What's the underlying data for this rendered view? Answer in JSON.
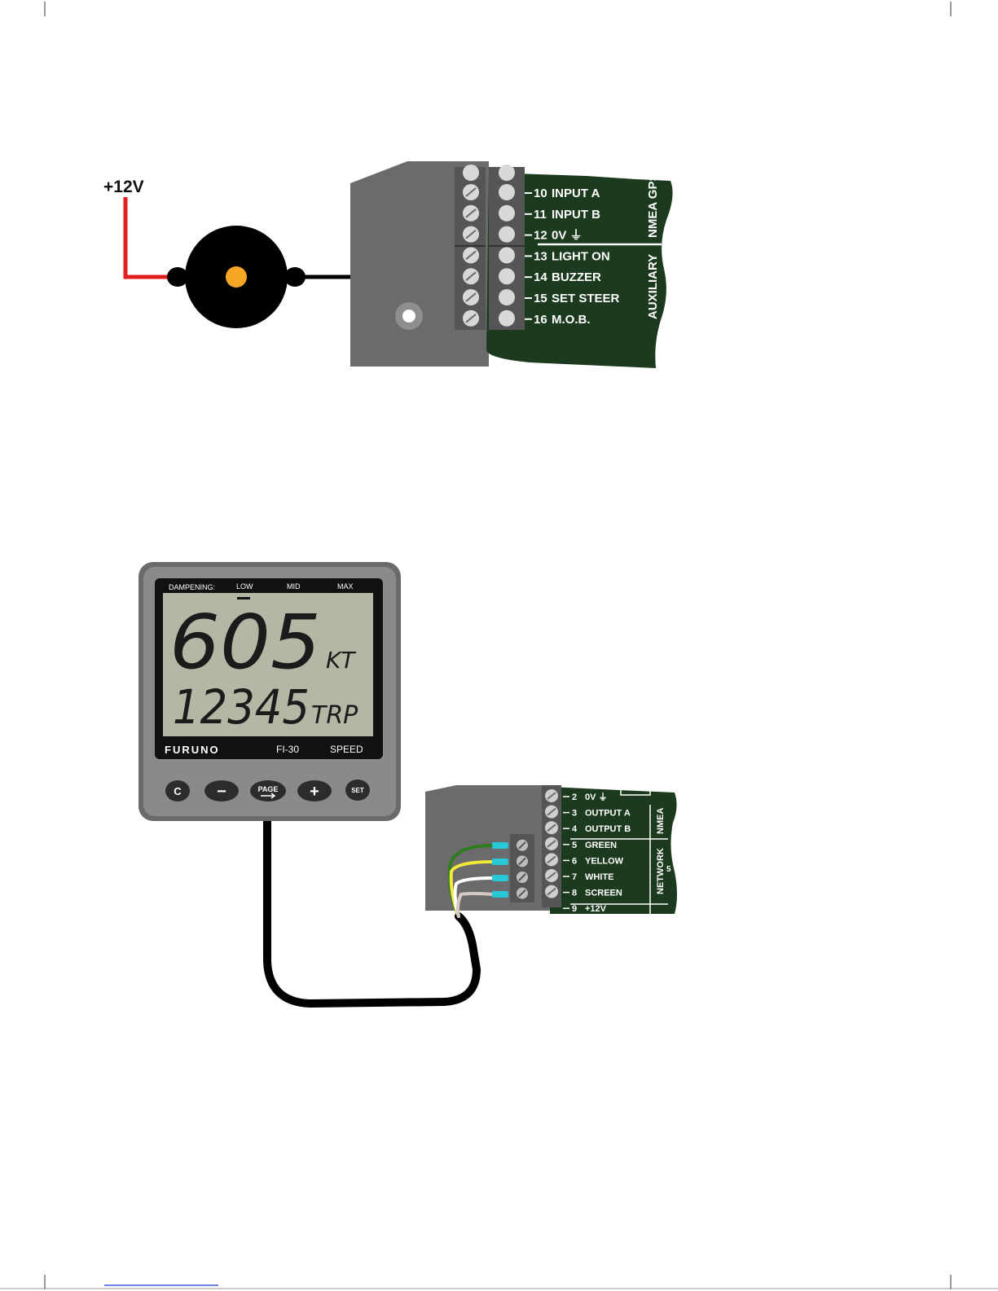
{
  "colors": {
    "wire_red": "#e31e1e",
    "buzzer_dot": "#f5a623",
    "panel_green": "#1c3a1d",
    "panel_grey": "#6b6b6b",
    "lcd_bg": "#b2b8a4",
    "bezel": "#7d7d7d",
    "wire_green": "#2e7d1e",
    "wire_yellow": "#f1ea3a",
    "wire_white": "#ffffff",
    "wire_screen": "#d7c7c7",
    "pin_cyan": "#28c8d8"
  },
  "top_diagram": {
    "supply_label": "+12V",
    "terminals": [
      {
        "num": "10",
        "name": "INPUT A"
      },
      {
        "num": "11",
        "name": "INPUT B"
      },
      {
        "num": "12",
        "name": "0V ⏚"
      },
      {
        "num": "13",
        "name": "LIGHT ON"
      },
      {
        "num": "14",
        "name": "BUZZER"
      },
      {
        "num": "15",
        "name": "SET STEER"
      },
      {
        "num": "16",
        "name": "M.O.B."
      }
    ],
    "group_labels": {
      "nmea": "NMEA GPS",
      "auxiliary": "AUXILIARY"
    }
  },
  "instrument": {
    "dampening_label": "DAMPENING:",
    "dampening_levels": [
      "LOW",
      "MID",
      "MAX"
    ],
    "main_value": "605",
    "main_unit": "KT",
    "sub_value": "12345",
    "sub_unit": "TRP",
    "brand": "FURUNO",
    "model": "FI-30",
    "function": "SPEED",
    "buttons": [
      "C",
      "−",
      "PAGE",
      "+",
      "SET"
    ]
  },
  "bottom_diagram": {
    "terminals": [
      {
        "num": "2",
        "name": "0V ⏚"
      },
      {
        "num": "3",
        "name": "OUTPUT A"
      },
      {
        "num": "4",
        "name": "OUTPUT B"
      },
      {
        "num": "5",
        "name": "GREEN"
      },
      {
        "num": "6",
        "name": "YELLOW"
      },
      {
        "num": "7",
        "name": "WHITE"
      },
      {
        "num": "8",
        "name": "SCREEN"
      },
      {
        "num": "9",
        "name": "+12V"
      }
    ],
    "group_labels": {
      "nmea": "NMEA",
      "network": "NETWORK",
      "network_num": "5"
    }
  }
}
